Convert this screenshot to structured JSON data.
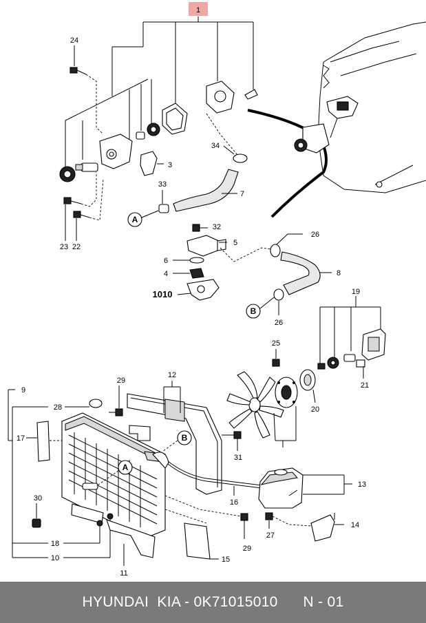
{
  "diagram": {
    "callouts": {
      "c1": "1",
      "c3": "3",
      "c4": "4",
      "c5": "5",
      "c6": "6",
      "c7": "7",
      "c8": "8",
      "c9": "9",
      "c10": "10",
      "c11": "11",
      "c12": "12",
      "c13": "13",
      "c14": "14",
      "c15": "15",
      "c16": "16",
      "c17": "17",
      "c18": "18",
      "c19": "19",
      "c20": "20",
      "c21": "21",
      "c22": "22",
      "c23": "23",
      "c24": "24",
      "c25": "25",
      "c26a": "26",
      "c26b": "26",
      "c27": "27",
      "c28": "28",
      "c29a": "29",
      "c29b": "29",
      "c30": "30",
      "c31": "31",
      "c32": "32",
      "c33": "33",
      "c34": "34",
      "c1010": "1010"
    },
    "refs": {
      "a1": "A",
      "a2": "A",
      "b1": "B",
      "b2": "B"
    }
  },
  "footer": {
    "text": "HYUNDAI  KIA - 0K71015010      N - 01"
  },
  "colors": {
    "footer_bg": "#7a7a7a",
    "footer_text": "#ffffff",
    "callout_highlight": "#f2a7a7"
  }
}
